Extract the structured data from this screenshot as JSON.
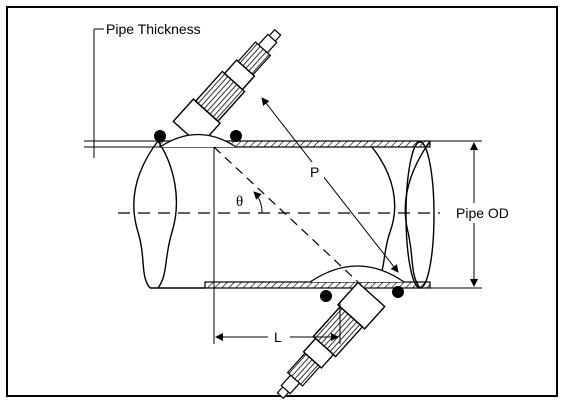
{
  "diagram": {
    "labels": {
      "pipe_thickness": "Pipe Thickness",
      "path_length": "P",
      "angle": "θ",
      "pipe_od": "Pipe OD",
      "axial_length": "L"
    },
    "colors": {
      "line": "#000000",
      "background": "#ffffff",
      "hatch": "#000000"
    }
  }
}
